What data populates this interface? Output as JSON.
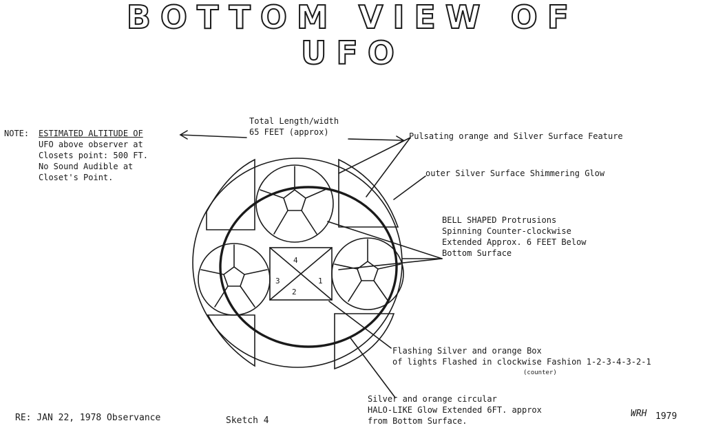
{
  "title": {
    "line1": "BOTTOM VIEW OF",
    "line2": "UFO"
  },
  "note": {
    "label": "NOTE:",
    "lines": [
      "ESTIMATED ALTITUDE OF",
      "UFO above observer at",
      "Closets point: 500 FT.",
      "No Sound Audible at",
      "Closet's Point."
    ]
  },
  "annotations": {
    "total_length": [
      "Total Length/width",
      "65 FEET (approx)"
    ],
    "pulsating": "Pulsating orange and Silver Surface Feature",
    "outer_silver": "outer Silver Surface Shimmering Glow",
    "bell": [
      "BELL SHAPED Protrusions",
      "Spinning Counter-clockwise",
      "Extended Approx. 6 FEET Below",
      "Bottom Surface"
    ],
    "flashing": [
      "Flashing Silver and orange Box",
      "of lights Flashed in clockwise Fashion 1-2-3-4-3-2-1"
    ],
    "counter": "(counter)",
    "halo": [
      "Silver and orange circular",
      "HALO-LIKE Glow Extended 6FT. approx",
      "from Bottom Surface."
    ]
  },
  "box_numbers": [
    "1",
    "2",
    "3",
    "4"
  ],
  "footer": {
    "re_date": "RE: JAN 22, 1978 Observance",
    "sketch": "Sketch 4",
    "signature": "WRH",
    "year": "1979"
  }
}
